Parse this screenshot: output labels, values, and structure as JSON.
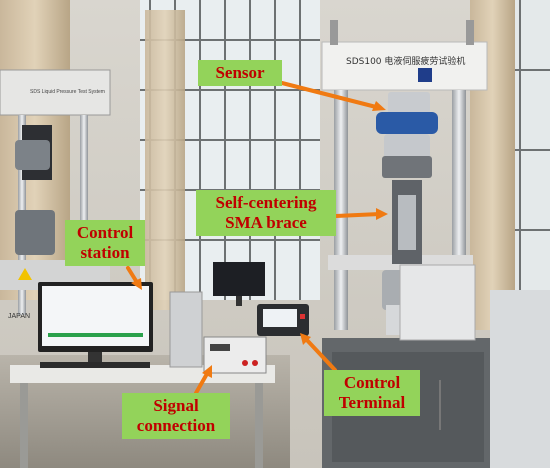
{
  "machine": {
    "title": "SDS100 电液伺服疲劳试验机"
  },
  "left_machine": {
    "plate_text": "SDS Liquid Pressure Test System"
  },
  "monitor": {
    "brand": "JAPAN"
  },
  "labels": {
    "sensor": "Sensor",
    "brace_line1": "Self-centering",
    "brace_line2": "SMA brace",
    "control_station_line1": "Control",
    "control_station_line2": "station",
    "control_terminal_line1": "Control",
    "control_terminal_line2": "Terminal",
    "signal_line1": "Signal",
    "signal_line2": "connection"
  },
  "colors": {
    "label_bg": "#93d35a",
    "label_text": "#c00000",
    "arrow": "#f07a12"
  }
}
